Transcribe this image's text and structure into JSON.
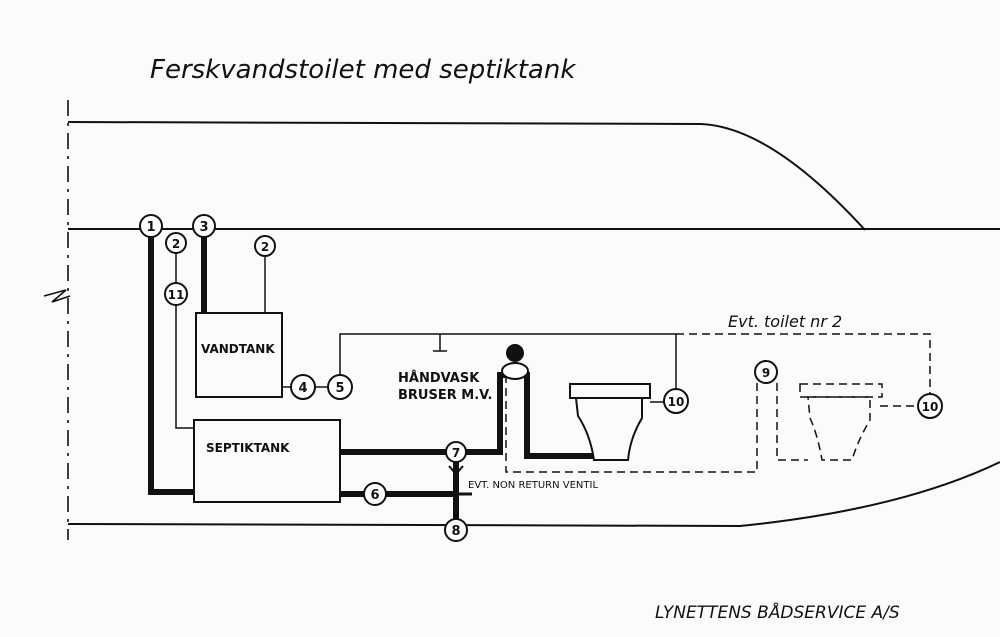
{
  "title": "Ferskvandstoilet med septiktank",
  "company": "LYNETTENS BÅDSERVICE A/S",
  "labels": {
    "vandtank": "VANDTANK",
    "septiktank": "SEPTIKTANK",
    "handvask_line1": "HÅNDVASK",
    "handvask_line2": "BRUSER M.V.",
    "toilet2": "Evt. toilet nr 2",
    "valve": "EVT. NON RETURN VENTIL"
  },
  "markers": {
    "m1": "1",
    "m2a": "2",
    "m3": "3",
    "m2b": "2",
    "m11": "11",
    "m4": "4",
    "m5": "5",
    "m10a": "10",
    "m9": "9",
    "m10b": "10",
    "m7": "7",
    "m6": "6",
    "m8": "8"
  }
}
